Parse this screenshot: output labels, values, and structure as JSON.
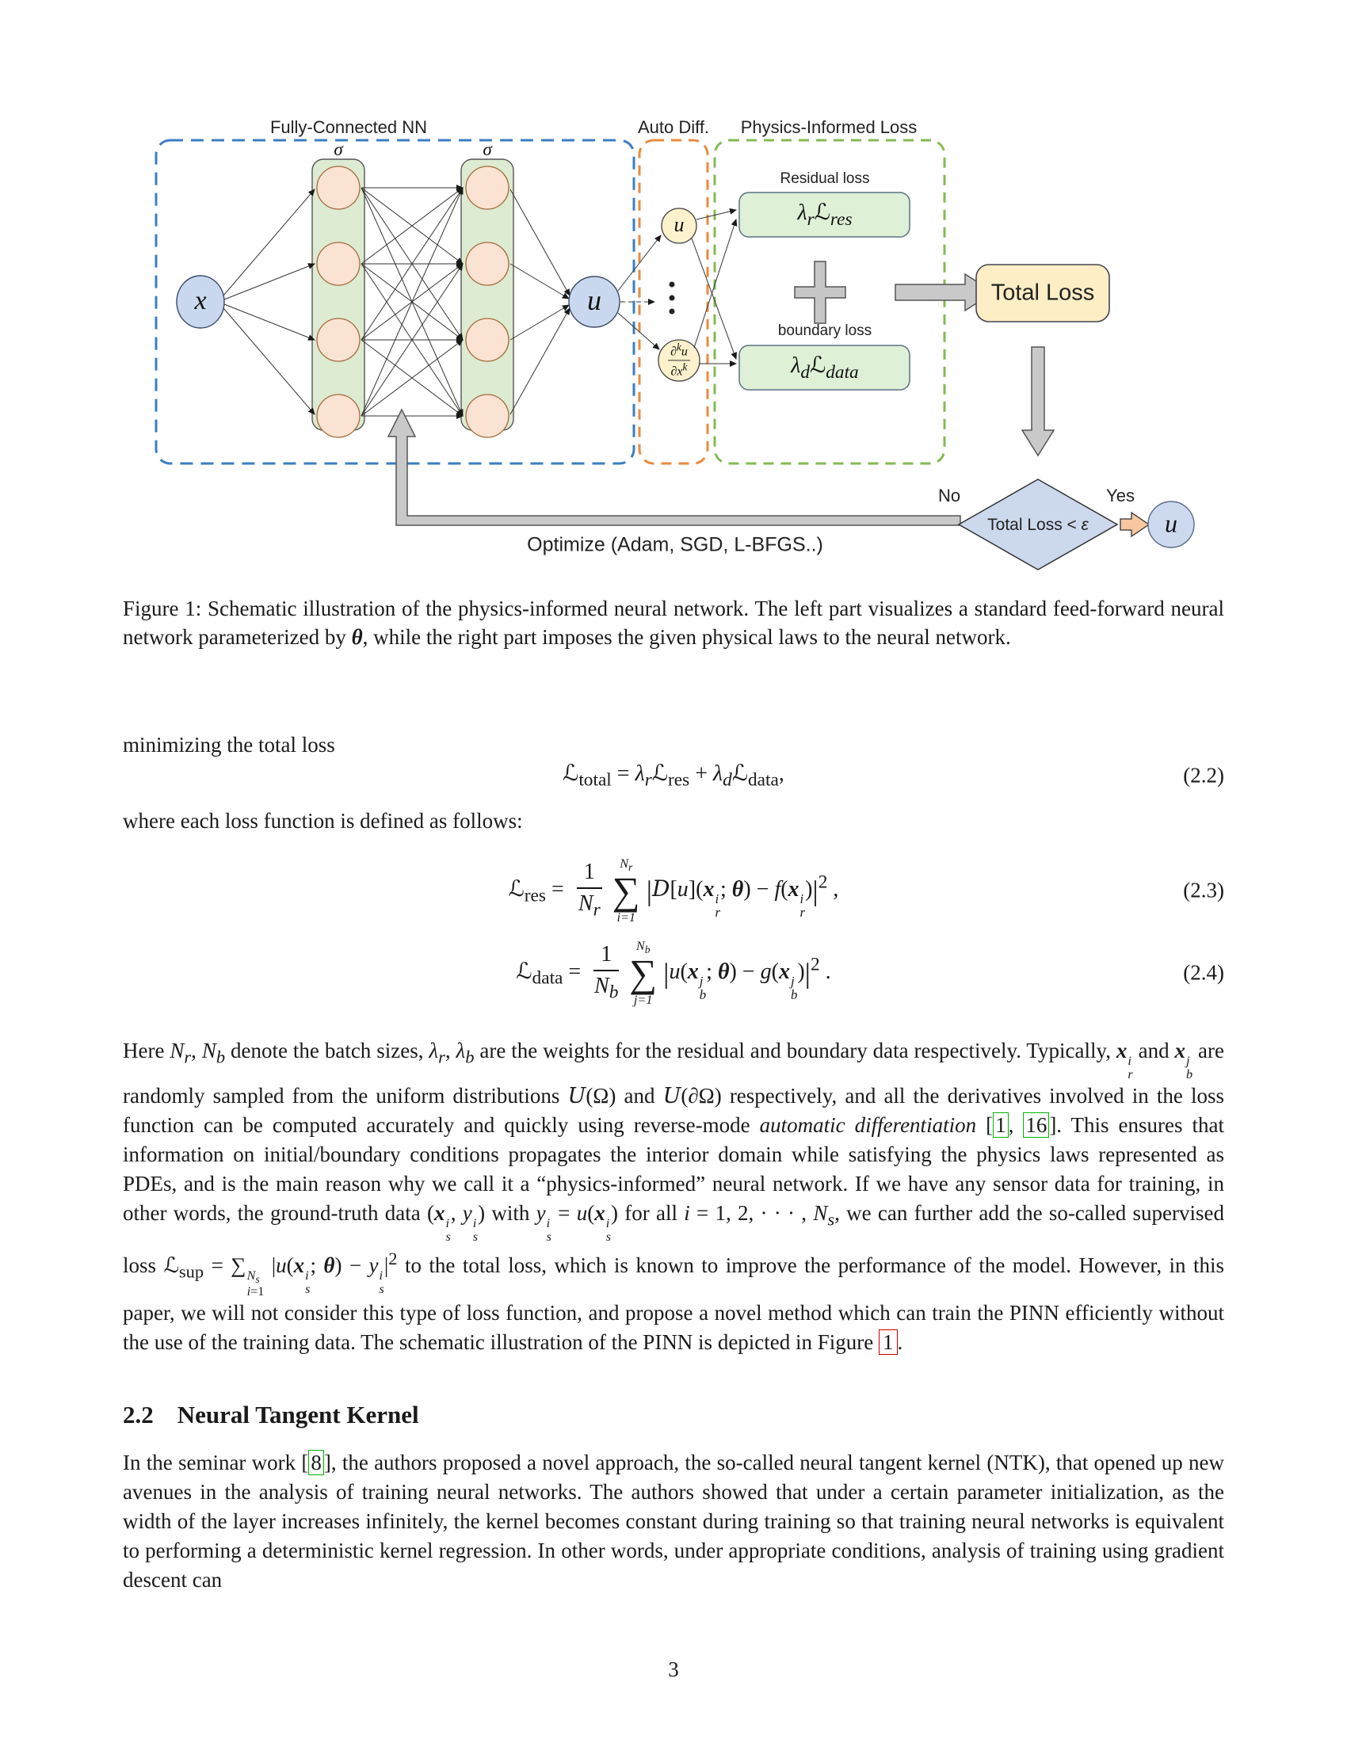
{
  "figure": {
    "nn_label": "Fully-Connected NN",
    "autodiff_label": "Auto Diff.",
    "pil_label": "Physics-Informed Loss",
    "sigma": "σ",
    "x_node": "x",
    "u_node": "u",
    "u_autodiff": "u",
    "deriv_num": "∂<sup>k</sup>u",
    "deriv_den": "∂x<sup>k</sup>",
    "residual_loss_label": "Residual loss",
    "boundary_loss_label": "boundary loss",
    "residual_term": "<i>λ<sub>r</sub></i><span class='scr'>ℒ</span><sub>res</sub>",
    "data_term": "<i>λ<sub>d</sub></i><span class='scr'>ℒ</span><sub>data</sub>",
    "total_loss": "Total Loss",
    "no_label": "No",
    "yes_label": "Yes",
    "condition": "Total Loss &lt; <i>ε</i>",
    "u_final": "u",
    "optimize_label": "Optimize (Adam, SGD, L-BFGS..)",
    "colors": {
      "nn_box_dash": "#3b7ec2",
      "autodiff_dash": "#e98b3e",
      "loss_dash": "#85b954",
      "layer_fill": "#dcebd2",
      "neuron_fill": "#fbe3d3",
      "node_fill": "#c9d8ee",
      "autodiff_node_fill": "#fdf2cd",
      "loss_box_fill": "#def0d6",
      "total_loss_fill": "#fdeec5",
      "diamond_fill": "#ccd8ec",
      "arrow_gray": "#c9c9c9",
      "arrow_orange": "#f7c7a0",
      "cite_green": "#00b500",
      "figref_red": "#cc0000"
    }
  },
  "caption": {
    "html": "Figure 1: Schematic illustration of the physics-informed neural network. The left part visualizes a standard feed-forward neural network parameterized by <b class='bi'>θ</b>, while the right part imposes the given physical laws to the neural network."
  },
  "body": {
    "intro1": "minimizing the total loss",
    "intro2": "where each loss function is defined as follows:",
    "p1_html": "Here <i>N<sub>r</sub></i>, <i>N<sub>b</sub></i> denote the batch sizes, <i>λ<sub>r</sub></i>, <i>λ<sub>b</sub></i> are the weights for the residual and boundary data respectively. Typically, <b class='bi'>x</b><span class='ss'><span><i>i</i></span><span><i>r</i></span></span> and <b class='bi'>x</b><span class='ss'><span><i>j</i></span><span><i>b</i></span></span> are randomly sampled from the uniform distributions <span class='cal'>U</span>(Ω) and <span class='cal'>U</span>(∂Ω) respectively, and all the derivatives involved in the loss function can be computed accurately and quickly using reverse-mode <i>automatic differentiation</i> [<span class='cite'>1</span>, <span class='cite'>16</span>]. This ensures that information on initial/boundary conditions propagates the interior domain while satisfying the physics laws represented as PDEs, and is the main reason why we call it a “physics-informed” neural network. If we have any sensor data for training, in other words, the ground-truth data (<b class='bi'>x</b><span class='ss'><span><i>i</i></span><span><i>s</i></span></span>, <i>y</i><span class='ss'><span><i>i</i></span><span><i>s</i></span></span>) with <i>y</i><span class='ss'><span><i>i</i></span><span><i>s</i></span></span> = <i>u</i>(<b class='bi'>x</b><span class='ss'><span><i>i</i></span><span><i>s</i></span></span>) for all <i>i</i> = 1, 2, · · · , <i>N<sub>s</sub></i>, we can further add the so-called supervised loss <span class='scr'>ℒ</span><sub>sup</sub> = ∑<span class='ss'><span><i>N<sub>s</sub></i></span><span><i>i</i>=1</span></span> |<i>u</i>(<b class='bi'>x</b><span class='ss'><span><i>i</i></span><span><i>s</i></span></span>; <b class='bi'>θ</b>) − <i>y</i><span class='ss'><span><i>i</i></span><span><i>s</i></span></span>|<sup>2</sup> to the total loss, which is known to improve the performance of the model. However, in this paper, we will not consider this type of loss function, and propose a novel method which can train the PINN efficiently without the use of the training data. The schematic illustration of the PINN is depicted in Figure <span class='figref'>1</span>.",
    "p2_html": "In the seminar work [<span class='cite'>8</span>], the authors proposed a novel approach, the so-called neural tangent kernel (NTK), that opened up new avenues in the analysis of training neural networks. The authors showed that under a certain parameter initialization, as the width of the layer increases infinitely, the kernel becomes constant during training so that training neural networks is equivalent to performing a deterministic kernel regression. In other words, under appropriate conditions, analysis of training using gradient descent can"
  },
  "equations": {
    "eq22": {
      "html": "<span class='scr'>ℒ</span><sub>total</sub> = <i>λ<sub>r</sub></i><span class='scr'>ℒ</span><sub>res</sub> + <i>λ<sub>d</sub></i><span class='scr'>ℒ</span><sub>data</sub>,",
      "number": "(2.2)"
    },
    "eq23": {
      "html": "<span class='scr'>ℒ</span><sub>res</sub> = <span class='frac'><span class='num'>1</span><span class='den'><i>N<sub>r</sub></i></span></span><span class='sum'><span class='lim'>N<sub>r</sub></span><span class='op'>∑</span><span class='lim'>i=1</span></span><span class='bars'>|</span><span class='cal'>D</span>[<i>u</i>](<b class='bi'>x</b><span class='ss'><span><i>i</i></span><span><i>r</i></span></span>; <b class='bi'>θ</b>) − <i>f</i>(<b class='bi'>x</b><span class='ss'><span><i>i</i></span><span><i>r</i></span></span>)<span class='bars'>|</span><sup>2</sup> ,",
      "number": "(2.3)"
    },
    "eq24": {
      "html": "<span class='scr'>ℒ</span><sub>data</sub> = <span class='frac'><span class='num'>1</span><span class='den'><i>N<sub>b</sub></i></span></span><span class='sum'><span class='lim'>N<sub>b</sub></span><span class='op'>∑</span><span class='lim'>j=1</span></span><span class='bars'>|</span><i>u</i>(<b class='bi'>x</b><span class='ss'><span><i>j</i></span><span><i>b</i></span></span>; <b class='bi'>θ</b>) − <i>g</i>(<b class='bi'>x</b><span class='ss'><span><i>j</i></span><span><i>b</i></span></span>)<span class='bars'>|</span><sup>2</sup> .",
      "number": "(2.4)"
    }
  },
  "section": {
    "number": "2.2",
    "title": "Neural Tangent Kernel"
  },
  "page_number": "3"
}
